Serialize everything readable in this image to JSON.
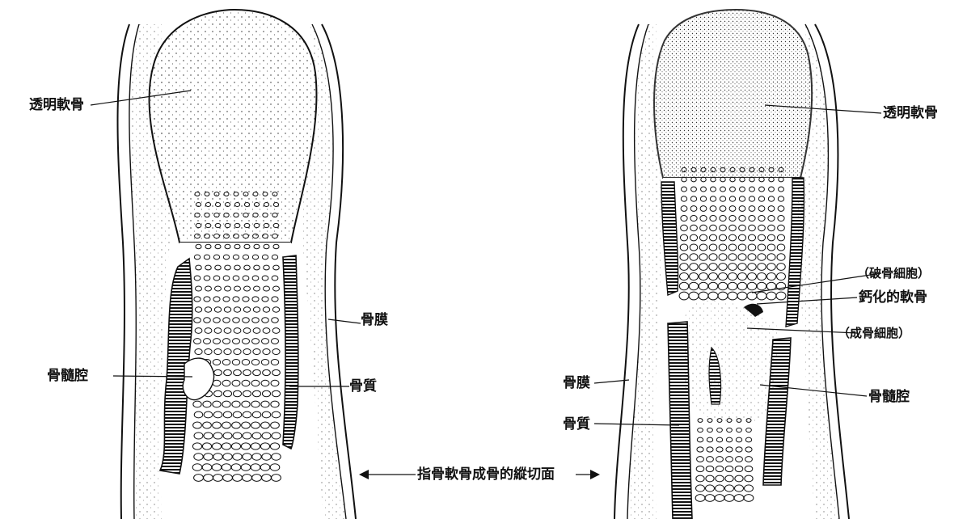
{
  "figure": {
    "left_specimen": {
      "labels": {
        "cartilage": "透明軟骨",
        "periosteum": "骨膜",
        "marrow": "骨髓腔",
        "bone": "骨質"
      }
    },
    "right_specimen": {
      "labels": {
        "cartilage": "透明軟骨",
        "osteoclast": "（破骨細胞）",
        "calcified": "鈣化的軟骨",
        "osteoblast": "（成骨細胞）",
        "marrow": "骨髓腔",
        "periosteum": "骨膜",
        "bone": "骨質"
      }
    },
    "caption": "指骨軟骨成骨的縱切面"
  }
}
